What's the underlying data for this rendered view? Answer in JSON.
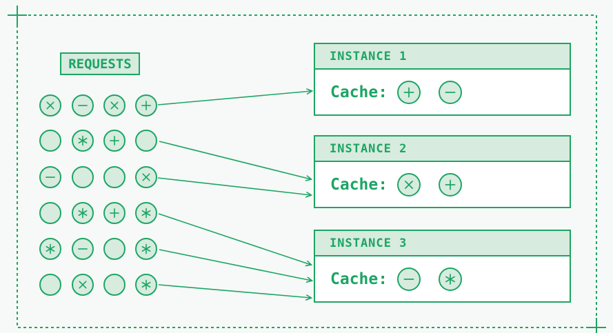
{
  "colors": {
    "green": "#1ca564",
    "light_fill": "#d7ebde",
    "background": "#f6f9f7",
    "box_body": "#ffffff"
  },
  "requests": {
    "label": "REQUESTS"
  },
  "request_grid": {
    "rows": 6,
    "cols": 4,
    "symbols": [
      [
        "cross",
        "minus",
        "cross",
        "plus"
      ],
      [
        "none",
        "asterisk",
        "plus",
        "none"
      ],
      [
        "minus",
        "none",
        "none",
        "cross"
      ],
      [
        "none",
        "asterisk",
        "plus",
        "asterisk"
      ],
      [
        "asterisk",
        "minus",
        "none",
        "asterisk"
      ],
      [
        "none",
        "cross",
        "none",
        "asterisk"
      ]
    ]
  },
  "instances": [
    {
      "title": "INSTANCE 1",
      "cache_label": "Cache:",
      "cache_symbols": [
        "plus",
        "minus"
      ]
    },
    {
      "title": "INSTANCE 2",
      "cache_label": "Cache:",
      "cache_symbols": [
        "cross",
        "plus"
      ]
    },
    {
      "title": "INSTANCE 3",
      "cache_label": "Cache:",
      "cache_symbols": [
        "minus",
        "asterisk"
      ]
    }
  ],
  "arrows": [
    {
      "from_row": 1,
      "from_col": 4,
      "to_instance": 1
    },
    {
      "from_row": 2,
      "from_col": 4,
      "to_instance": 2
    },
    {
      "from_row": 3,
      "from_col": 4,
      "to_instance": 2
    },
    {
      "from_row": 4,
      "from_col": 4,
      "to_instance": 3
    },
    {
      "from_row": 5,
      "from_col": 4,
      "to_instance": 3
    },
    {
      "from_row": 6,
      "from_col": 4,
      "to_instance": 3
    }
  ]
}
